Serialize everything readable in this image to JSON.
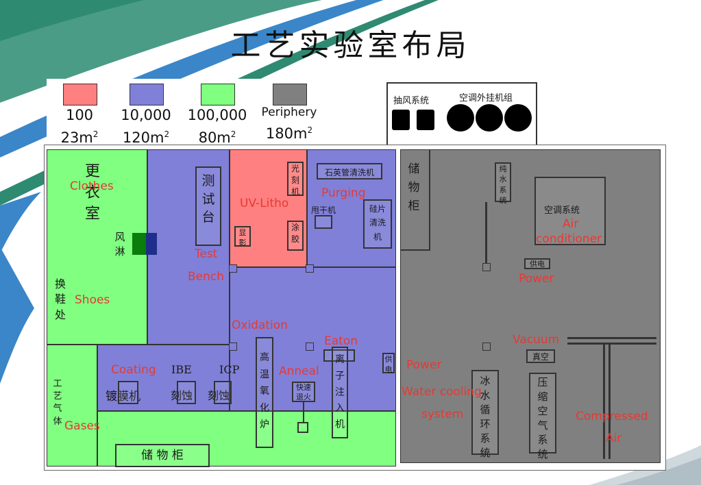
{
  "title": "工艺实验室布局",
  "legend": [
    {
      "color": "#ff8080",
      "class_label": "100",
      "area_value": "23m",
      "unit_sup": "2"
    },
    {
      "color": "#8080d8",
      "class_label": "10,000",
      "area_value": "120m",
      "unit_sup": "2"
    },
    {
      "color": "#80ff80",
      "class_label": "100,000",
      "area_value": "80m",
      "unit_sup": "2"
    },
    {
      "color": "#808080",
      "class_label": "Periphery",
      "area_value": "180m",
      "unit_sup": "2"
    }
  ],
  "exterior_units": {
    "exhaust": "抽风系统",
    "ac_outdoor": "空调外挂机组"
  },
  "rooms": {
    "changing_cn": "更\n衣\n室",
    "air_shower_cn": "风\n淋",
    "shoe_change_cn": "换\n鞋\n处",
    "process_gas_cn": "工\n艺\n气\n体",
    "storage_green_cn": "储 物 柜",
    "test_bench_cn": "测\n试\n台",
    "litho_cn": "光\n刻\n机",
    "develop_cn": "显\n影",
    "coat_cn": "涂\n胶",
    "quartz_cn": "石英管清洗机",
    "dryer_cn": "甩干机",
    "wafer_clean_cn": "硅片\n清洗\n机",
    "coating_cn": "镀膜机",
    "ibe_en": "IBE",
    "ibe_cn": "刻蚀",
    "icp_en": "ICP",
    "icp_cn": "刻蚀",
    "furnace_cn": "高\n温\n氧\n化\n炉",
    "rta_cn": "快速\n退火",
    "implant_cn": "离\n子\n注\n入\n机",
    "power_supply_cn": "供\n电",
    "storage_grey_cn": "储\n物\n柜",
    "pure_water_cn": "纯\n水\n系\n统",
    "ac_system_cn": "空调系统",
    "power_grey_cn": "供电",
    "vacuum_cn": "真空",
    "chiller_cn": "冰\n水\n循\n环\n系\n统",
    "compressed_cn": "压\n缩\n空\n气\n系\n统"
  },
  "labels": {
    "clothes": "Clothes",
    "shoes": "Shoes",
    "gases": "Gases",
    "test": "Test",
    "bench": "Bench",
    "uv_litho": "UV-Litho",
    "purging": "Purging",
    "oxidation": "Oxidation",
    "eaton": "Eaton",
    "coating": "Coating",
    "anneal": "Anneal",
    "power_left": "Power",
    "water_cooling": "Water cooling",
    "system": "system",
    "air": "Air",
    "conditioner": "conditioner",
    "power_right": "Power",
    "vacuum": "Vacuum",
    "compressed": "Compressed",
    "air2": "Air"
  },
  "colors": {
    "cls100": "#ff8080",
    "cls10000": "#8080d8",
    "cls100000": "#80ff80",
    "periphery": "#808080",
    "annotation": "#e53935"
  }
}
